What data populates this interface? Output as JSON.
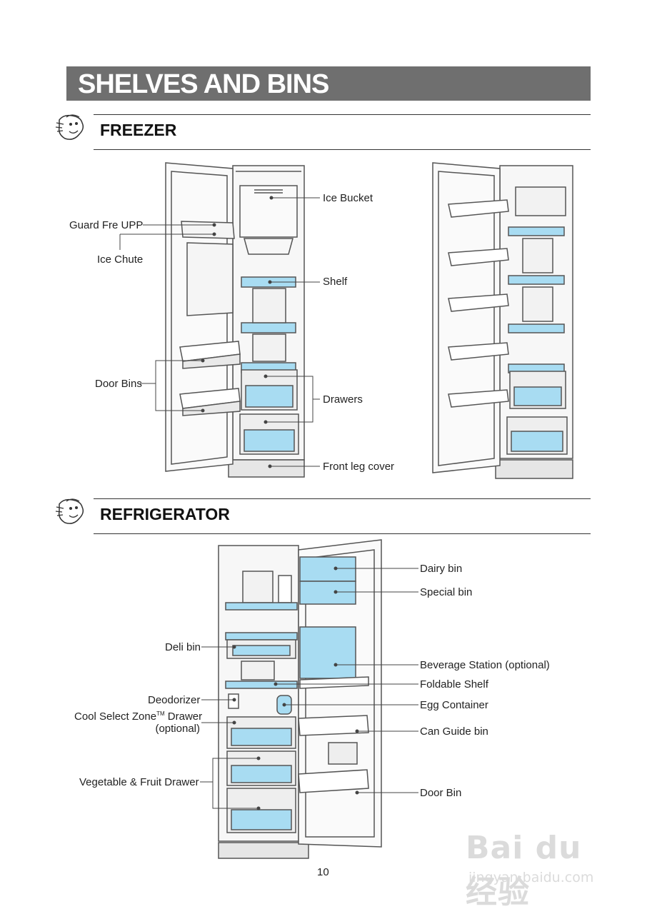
{
  "page": {
    "title": "SHELVES AND BINS",
    "page_number": "10"
  },
  "freezer": {
    "heading": "FREEZER",
    "labels": {
      "ice_bucket": "Ice Bucket",
      "guard": "Guard Fre UPP",
      "ice_chute": "Ice Chute",
      "shelf": "Shelf",
      "door_bins": "Door Bins",
      "drawers": "Drawers",
      "front_leg_cover": "Front leg cover"
    }
  },
  "refrigerator": {
    "heading": "REFRIGERATOR",
    "labels": {
      "dairy_bin": "Dairy bin",
      "special_bin": "Special bin",
      "deli_bin": "Deli bin",
      "beverage_station": "Beverage Station (optional)",
      "foldable_shelf": "Foldable Shelf",
      "deodorizer": "Deodorizer",
      "egg_container": "Egg Container",
      "cool_select_prefix": "Cool Select Zone",
      "cool_select_tm": "TM",
      "cool_select_suffix": " Drawer",
      "cool_select_optional": "(optional)",
      "can_guide_bin": "Can Guide bin",
      "vegetable_drawer": "Vegetable & Fruit Drawer",
      "door_bin": "Door Bin"
    }
  },
  "watermark": {
    "main": "Bai du 经验",
    "sub": "jingyan.baidu.com"
  },
  "colors": {
    "banner": "#6f6f6f",
    "glass": "#a8dcf2",
    "outline": "#555555"
  }
}
